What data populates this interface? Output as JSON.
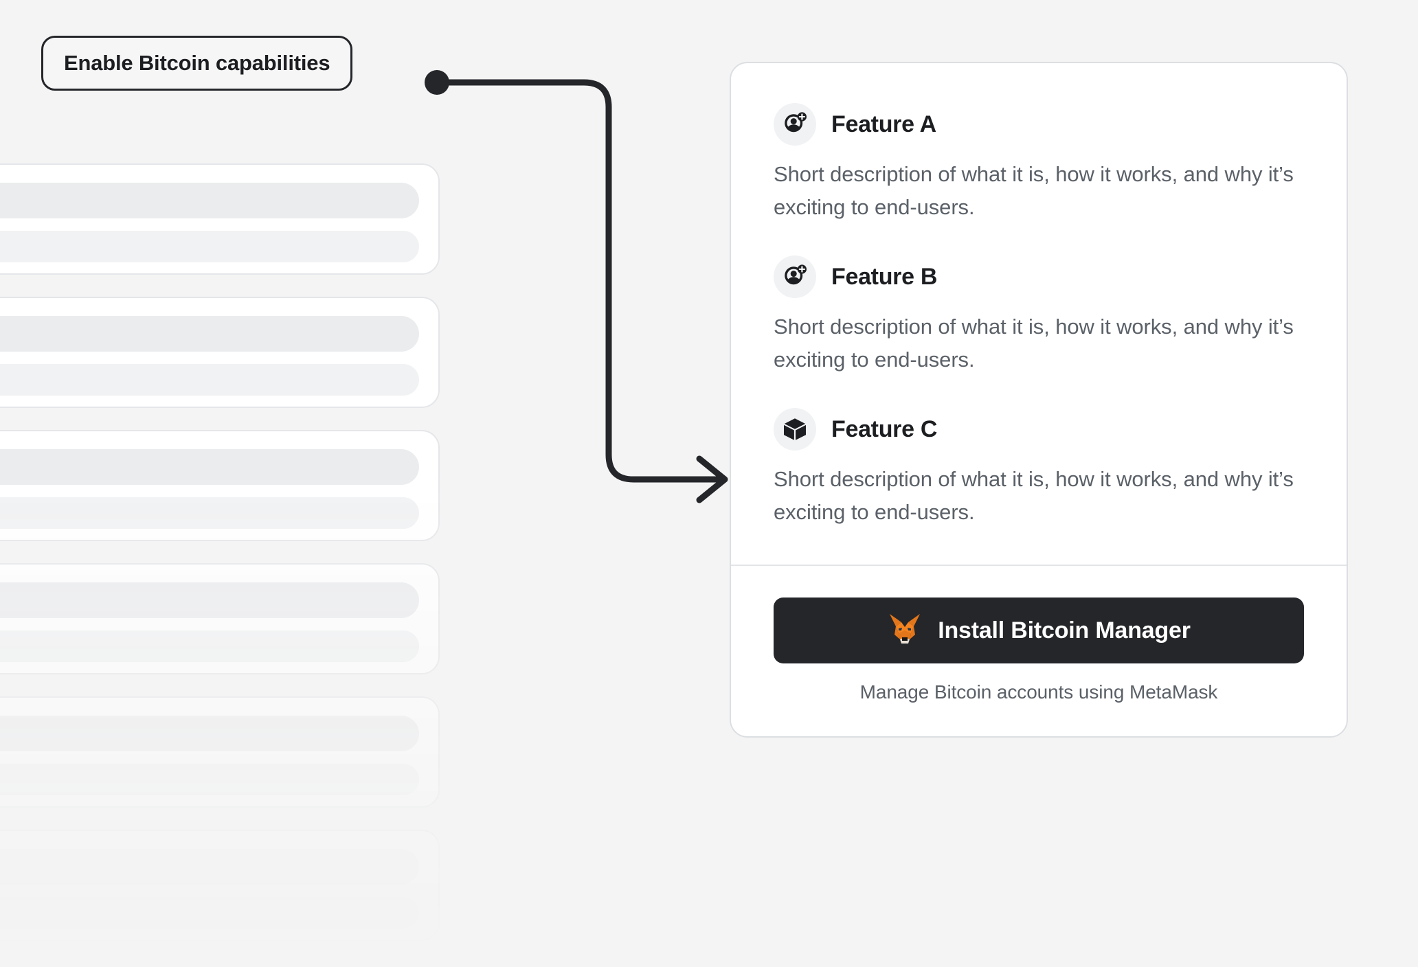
{
  "callout": {
    "label": "Enable Bitcoin capabilities",
    "anchor_dot": "connector-anchor-dot",
    "border_color": "#24262a"
  },
  "connector": {
    "icon": "elbow-arrow-right",
    "stroke_color": "#24262a"
  },
  "background": {
    "skeleton_cards": [
      {
        "bars": 2
      },
      {
        "bars": 2
      },
      {
        "bars": 2
      },
      {
        "bars": 2
      },
      {
        "bars": 2
      },
      {
        "bars": 2
      }
    ]
  },
  "card": {
    "features": [
      {
        "icon": "account-add-icon",
        "title": "Feature A",
        "description": "Short description of what it is, how it works, and why it’s exciting to end-users."
      },
      {
        "icon": "account-add-icon",
        "title": "Feature B",
        "description": "Short description of what it is, how it works, and why it’s exciting to end-users."
      },
      {
        "icon": "cube-icon",
        "title": "Feature C",
        "description": "Short description of what it is, how it works, and why it’s exciting to end-users."
      }
    ],
    "footer": {
      "install_button": {
        "icon": "metamask-fox-icon",
        "label": "Install Bitcoin Manager",
        "background_color": "#24262a",
        "text_color": "#ffffff"
      },
      "caption": "Manage Bitcoin accounts using MetaMask"
    }
  },
  "colors": {
    "page_background": "#f4f4f4",
    "card_background": "#ffffff",
    "card_border": "#dcdfe2",
    "heading_text": "#1c1e21",
    "body_text": "#5b6168",
    "icon_circle": "#f1f2f4",
    "skeleton_bar": "#ebecee",
    "metamask_orange": "#e2761b"
  }
}
